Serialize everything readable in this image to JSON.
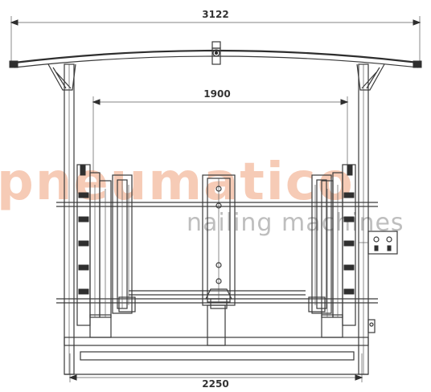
{
  "watermark": {
    "brand": "pneumatico",
    "tagline": "nailing machines",
    "color_brand": "#f0a27c",
    "color_tagline": "#8a8a8a"
  },
  "dimensions": {
    "overall_width": "3122",
    "inner_width": "1900",
    "base_width": "2250"
  },
  "colors": {
    "line": "#3a3a3a",
    "dim_text": "#333333"
  }
}
